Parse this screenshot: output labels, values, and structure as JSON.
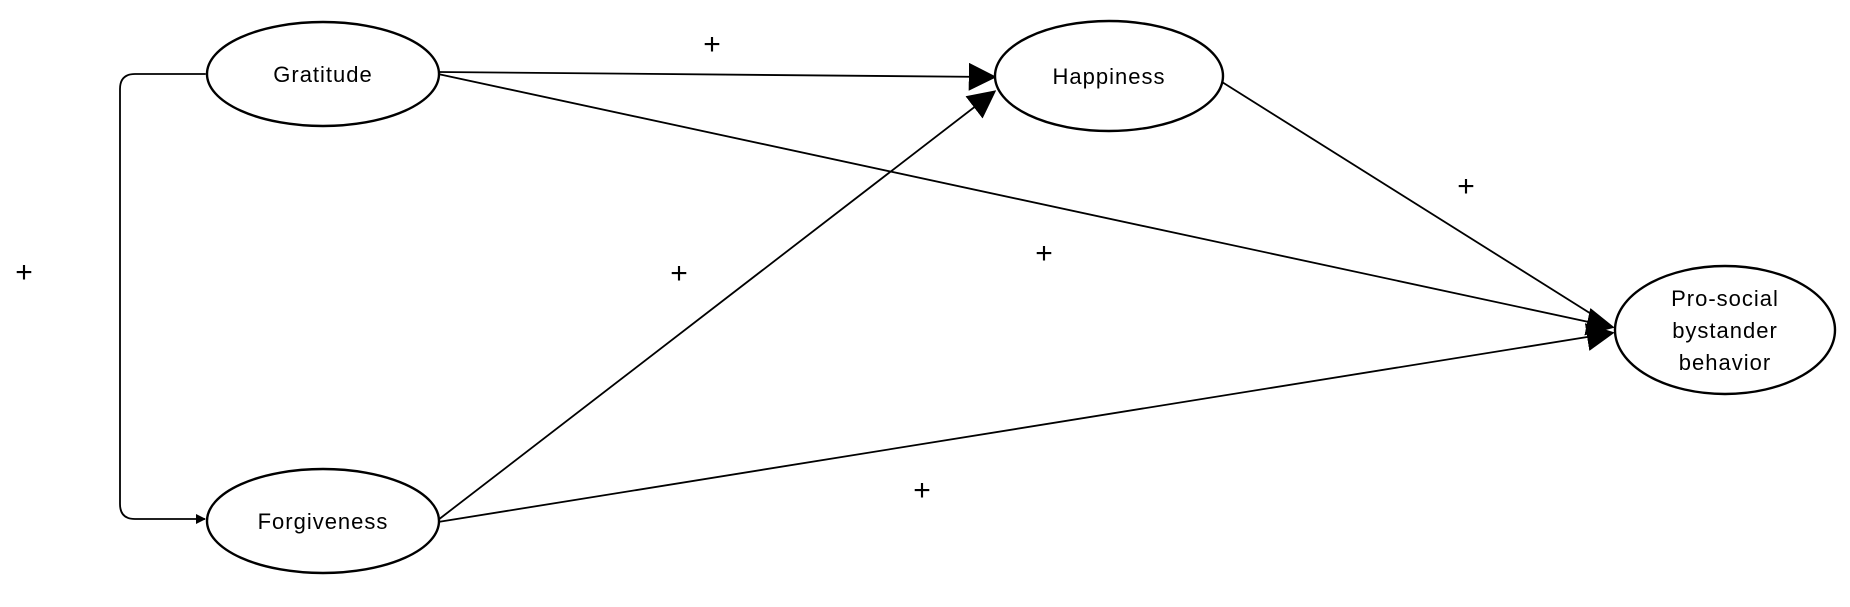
{
  "diagram": {
    "nodes": {
      "gratitude": "Gratitude",
      "happiness": "Happiness",
      "forgiveness": "Forgiveness",
      "prosocial": [
        "Pro-social",
        "bystander",
        "behavior"
      ]
    },
    "edge_signs": {
      "gratitude_forgiveness": "+",
      "gratitude_happiness": "+",
      "forgiveness_happiness": "+",
      "gratitude_prosocial": "+",
      "happiness_prosocial": "+",
      "forgiveness_prosocial": "+"
    }
  }
}
